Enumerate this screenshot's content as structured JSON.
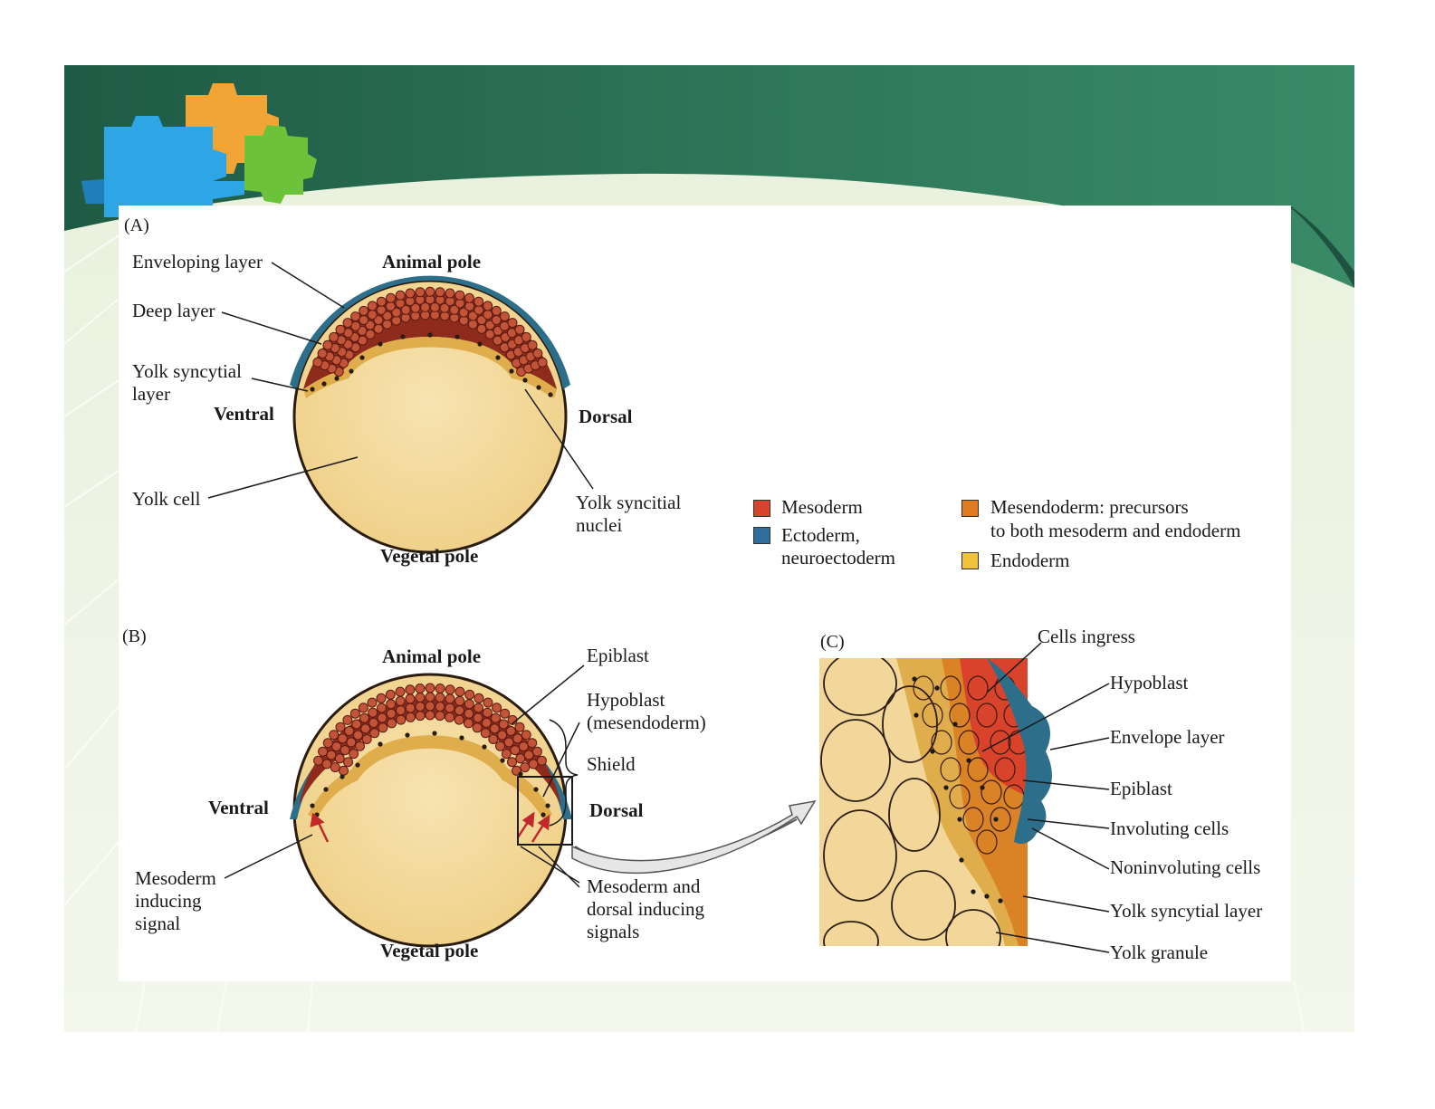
{
  "panels": {
    "a": "(A)",
    "b": "(B)",
    "c": "(C)"
  },
  "panel_a": {
    "enveloping_layer": "Enveloping layer",
    "deep_layer": "Deep layer",
    "yolk_syncytial_layer_1": "Yolk syncytial",
    "yolk_syncytial_layer_2": "layer",
    "ventral": "Ventral",
    "dorsal": "Dorsal",
    "yolk_cell": "Yolk cell",
    "yolk_nuclei_1": "Yolk syncitial",
    "yolk_nuclei_2": "nuclei",
    "animal_pole": "Animal pole",
    "vegetal_pole": "Vegetal pole"
  },
  "legend": {
    "items": [
      {
        "label": "Mesoderm",
        "color": "#d9432b"
      },
      {
        "label": "Ectoderm,",
        "label2": "neuroectoderm",
        "color": "#2e6f9e"
      },
      {
        "label": "Mesendoderm: precursors",
        "label2": "to both mesoderm and endoderm",
        "color": "#e07b1f"
      },
      {
        "label": "Endoderm",
        "color": "#f2c23a"
      }
    ]
  },
  "panel_b": {
    "animal_pole": "Animal pole",
    "vegetal_pole": "Vegetal pole",
    "ventral": "Ventral",
    "dorsal": "Dorsal",
    "epiblast": "Epiblast",
    "hypoblast_1": "Hypoblast",
    "hypoblast_2": "(mesendoderm)",
    "shield": "Shield",
    "meso_signal_1": "Mesoderm",
    "meso_signal_2": "inducing",
    "meso_signal_3": "signal",
    "dorsal_signal_1": "Mesoderm and",
    "dorsal_signal_2": "dorsal inducing",
    "dorsal_signal_3": "signals"
  },
  "panel_c": {
    "cells_ingress": "Cells ingress",
    "hypoblast": "Hypoblast",
    "envelope_layer": "Envelope layer",
    "epiblast": "Epiblast",
    "involuting": "Involuting cells",
    "noninvoluting": "Noninvoluting cells",
    "ysl": "Yolk syncytial layer",
    "yolk_granule": "Yolk granule"
  },
  "colors": {
    "header_green": "#2f7a5a",
    "yolk": "#f3d79a",
    "yolk_edge": "#d9a441",
    "deep_cell": "#8e2b1c",
    "envelope": "#2d6f8a"
  }
}
